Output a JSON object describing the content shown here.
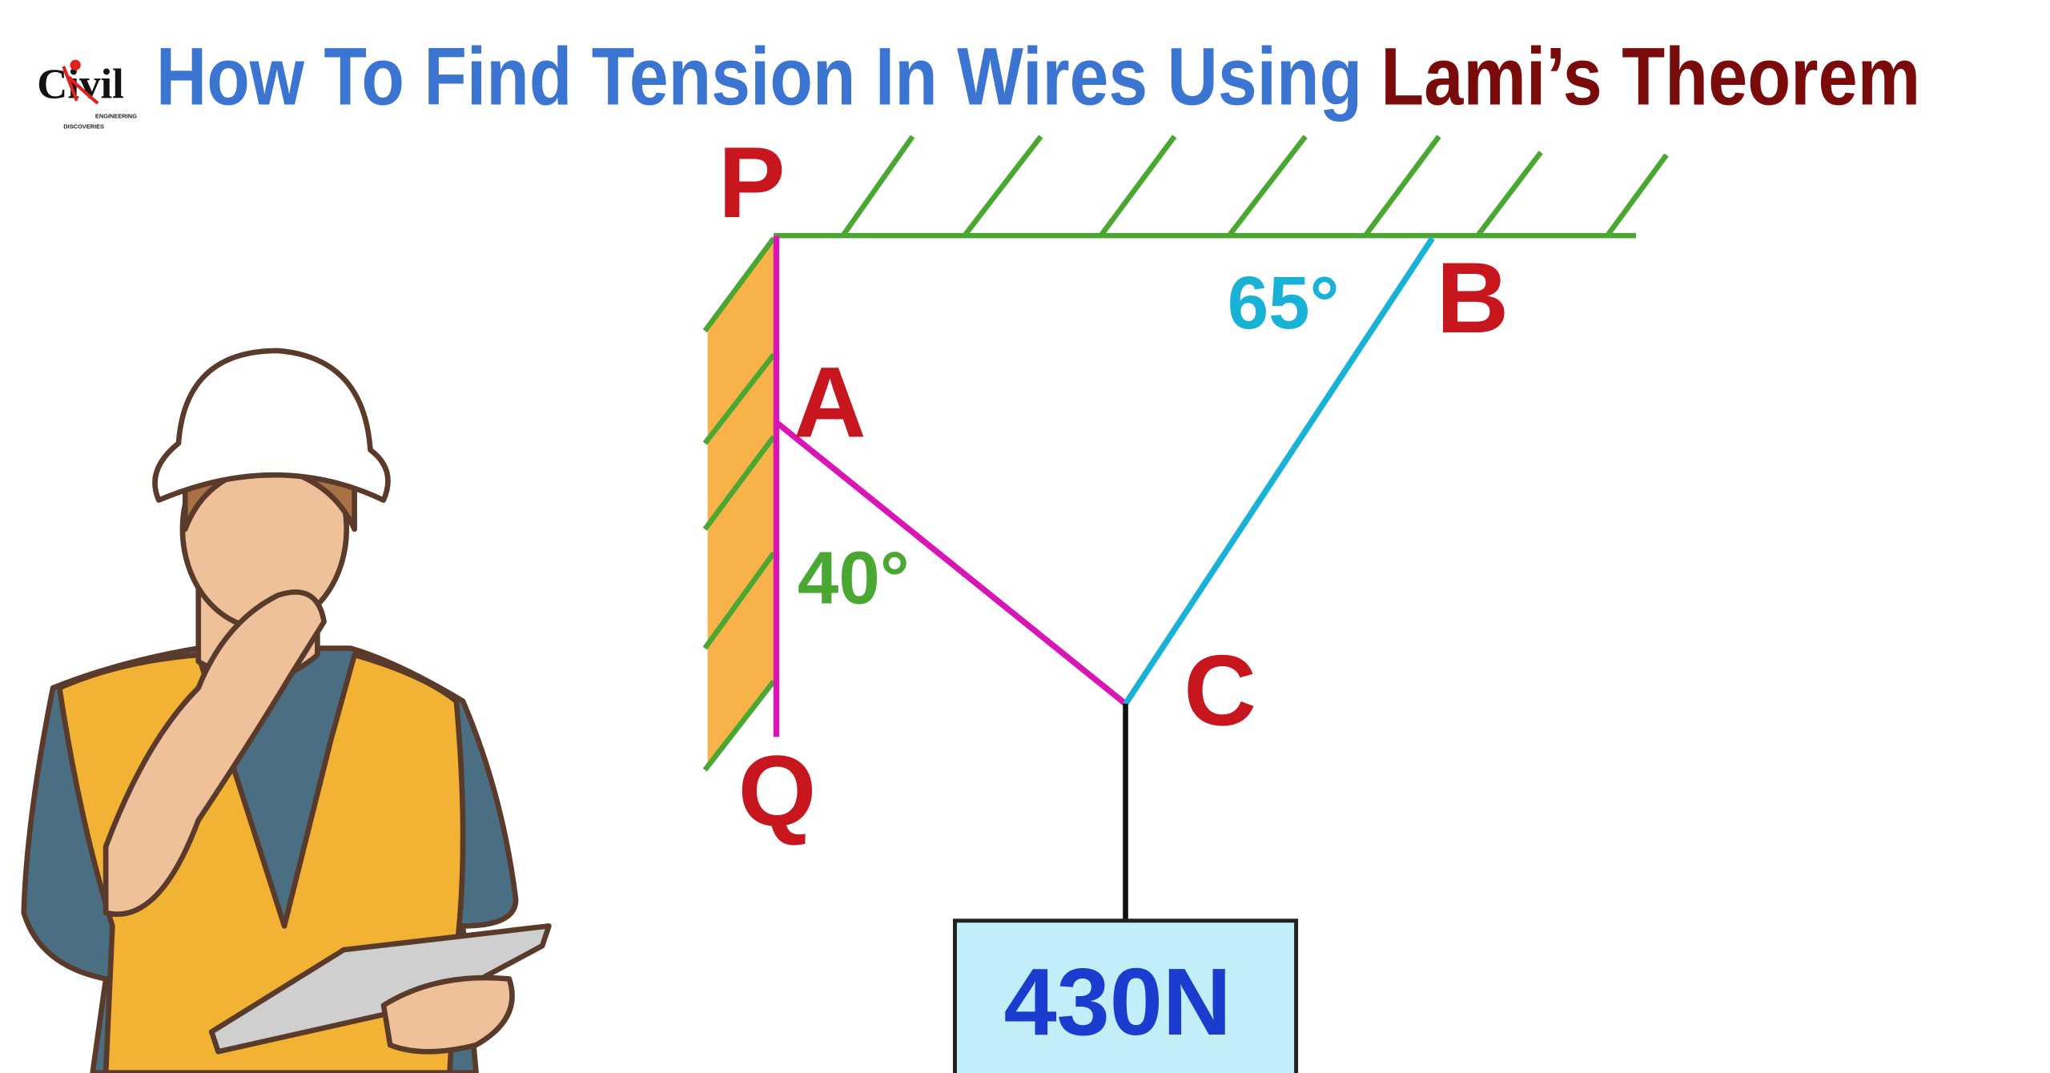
{
  "logo": {
    "main": "Civil",
    "sub1": "ENGINEERING",
    "sub2": "DISCOVERIES"
  },
  "title": {
    "part1": "How To Find Tension In Wires Using",
    "part2": "Lami’s Theorem"
  },
  "diagram": {
    "labels": {
      "P": "P",
      "Q": "Q",
      "A": "A",
      "B": "B",
      "C": "C"
    },
    "angle_ab": "65°",
    "angle_ac": "40°",
    "load": "430N"
  },
  "colors": {
    "title_blue": "#3b74d1",
    "title_red": "#7a0b0b",
    "label_red": "#c8161f",
    "support_green": "#4aa832",
    "wall_orange": "#f8b24a",
    "wire_magenta": "#d915b5",
    "wire_cyan": "#18b2d6",
    "load_box_fill": "#c2eefa",
    "load_text": "#1a3dd0"
  }
}
